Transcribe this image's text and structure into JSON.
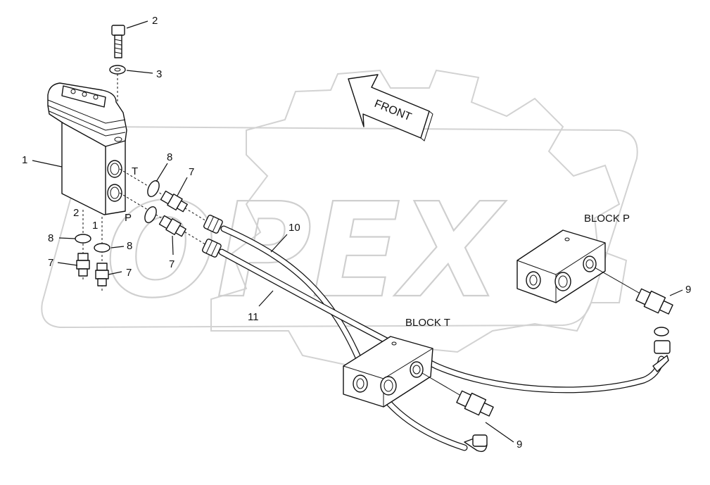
{
  "watermark": {
    "text": "OPEX"
  },
  "direction": {
    "text": "FRONT"
  },
  "blocks": {
    "p": "BLOCK P",
    "t": "BLOCK T"
  },
  "ports": {
    "t": "T",
    "p": "P",
    "one": "1",
    "two": "2"
  },
  "callouts": {
    "c1": "1",
    "c2": "2",
    "c3": "3",
    "c7a": "7",
    "c7b": "7",
    "c7c": "7",
    "c7d": "7",
    "c8a": "8",
    "c8b": "8",
    "c8c": "8",
    "c9a": "9",
    "c9b": "9",
    "c10": "10",
    "c11": "11"
  }
}
